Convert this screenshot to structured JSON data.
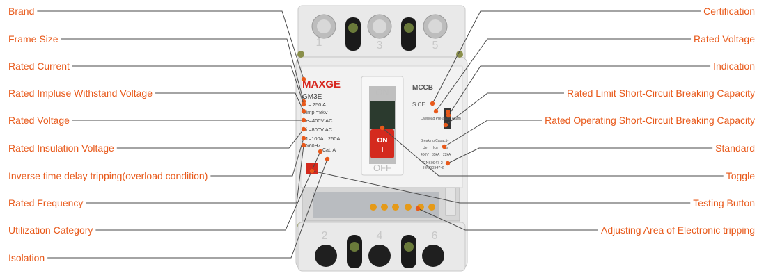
{
  "left_labels": [
    "Brand",
    "Frame Size",
    "Rated Current",
    "Rated Impluse Withstand Voltage",
    "Rated Voltage",
    "Rated Insulation Voltage",
    "Inverse time delay tripping(overload condition)",
    "Rated Frequency",
    "Utilization Category",
    "Isolation"
  ],
  "right_labels": [
    "Certification",
    "Rated Voltage",
    "Indication",
    "Rated Limit Short-Circuit Breaking Capacity",
    "Rated Operating Short-Circuit Breaking Capacity",
    "Standard",
    "Toggle",
    "Testing Button",
    "Adjusting Area of Electronic tripping"
  ],
  "breaker": {
    "brand": "MAXGE",
    "model": "GM3E",
    "in": "In = 250 A",
    "uimp": "Uimp =8kV",
    "ue": "Ue=400V AC",
    "ui": "Ui =800V AC",
    "ir": "Ir1=100A...250A",
    "freq": "50/60Hz",
    "cat": "Cat. A",
    "on_top": "ON",
    "on_lever": "ON",
    "on_lever_mark": "I",
    "off_bottom": "OFF",
    "mccb": "MCCB",
    "cert": "S CE",
    "indication": "Overload Pre-alarm Alarm",
    "breaking": "Breaking Capacity",
    "ue_col": "Ue",
    "icu": "Icu",
    "ics": "Ics",
    "ue_val": "400V",
    "icu_val": "35kA",
    "ics_val": "22kA",
    "std1": "EN60947-2",
    "std2": "IEC60947-2",
    "terminals_top": [
      "1",
      "3",
      "5"
    ],
    "terminals_bottom": [
      "2",
      "4",
      "6"
    ]
  },
  "colors": {
    "label": "#e8591a",
    "leader": "#4a4a4a",
    "dot": "#e8591a",
    "body": "#ececec",
    "brand": "#d7261e",
    "lever": "#d42a1e"
  }
}
